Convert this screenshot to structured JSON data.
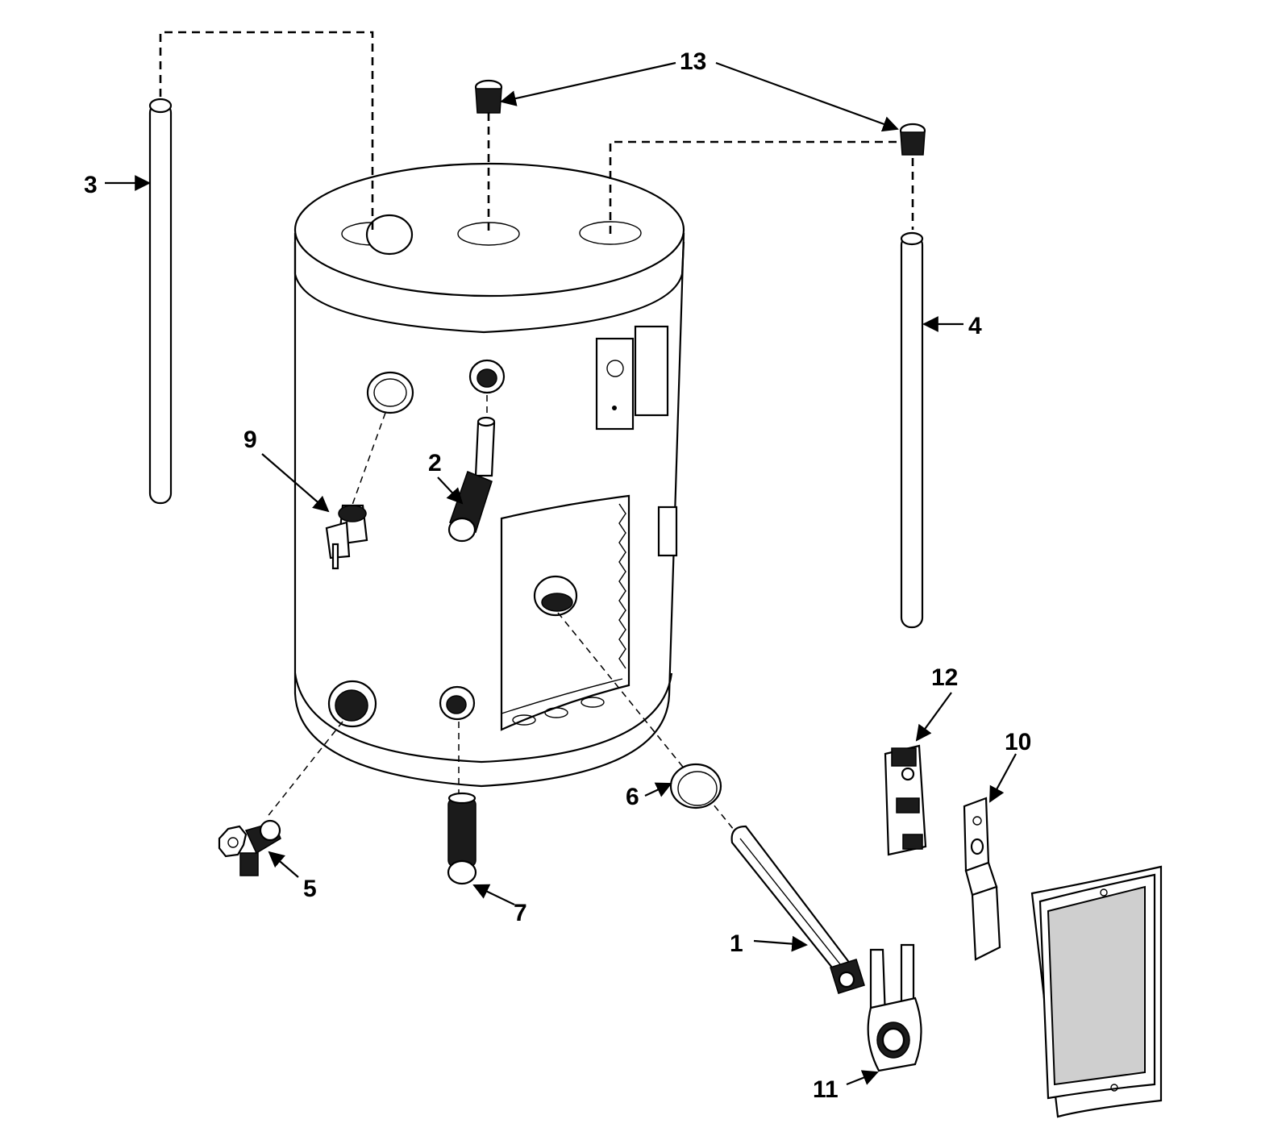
{
  "diagram": {
    "labels": {
      "p1": "1",
      "p2": "2",
      "p3": "3",
      "p4": "4",
      "p5": "5",
      "p6": "6",
      "p7": "7",
      "p9": "9",
      "p10": "10",
      "p11": "11",
      "p12": "12",
      "p13": "13"
    }
  }
}
